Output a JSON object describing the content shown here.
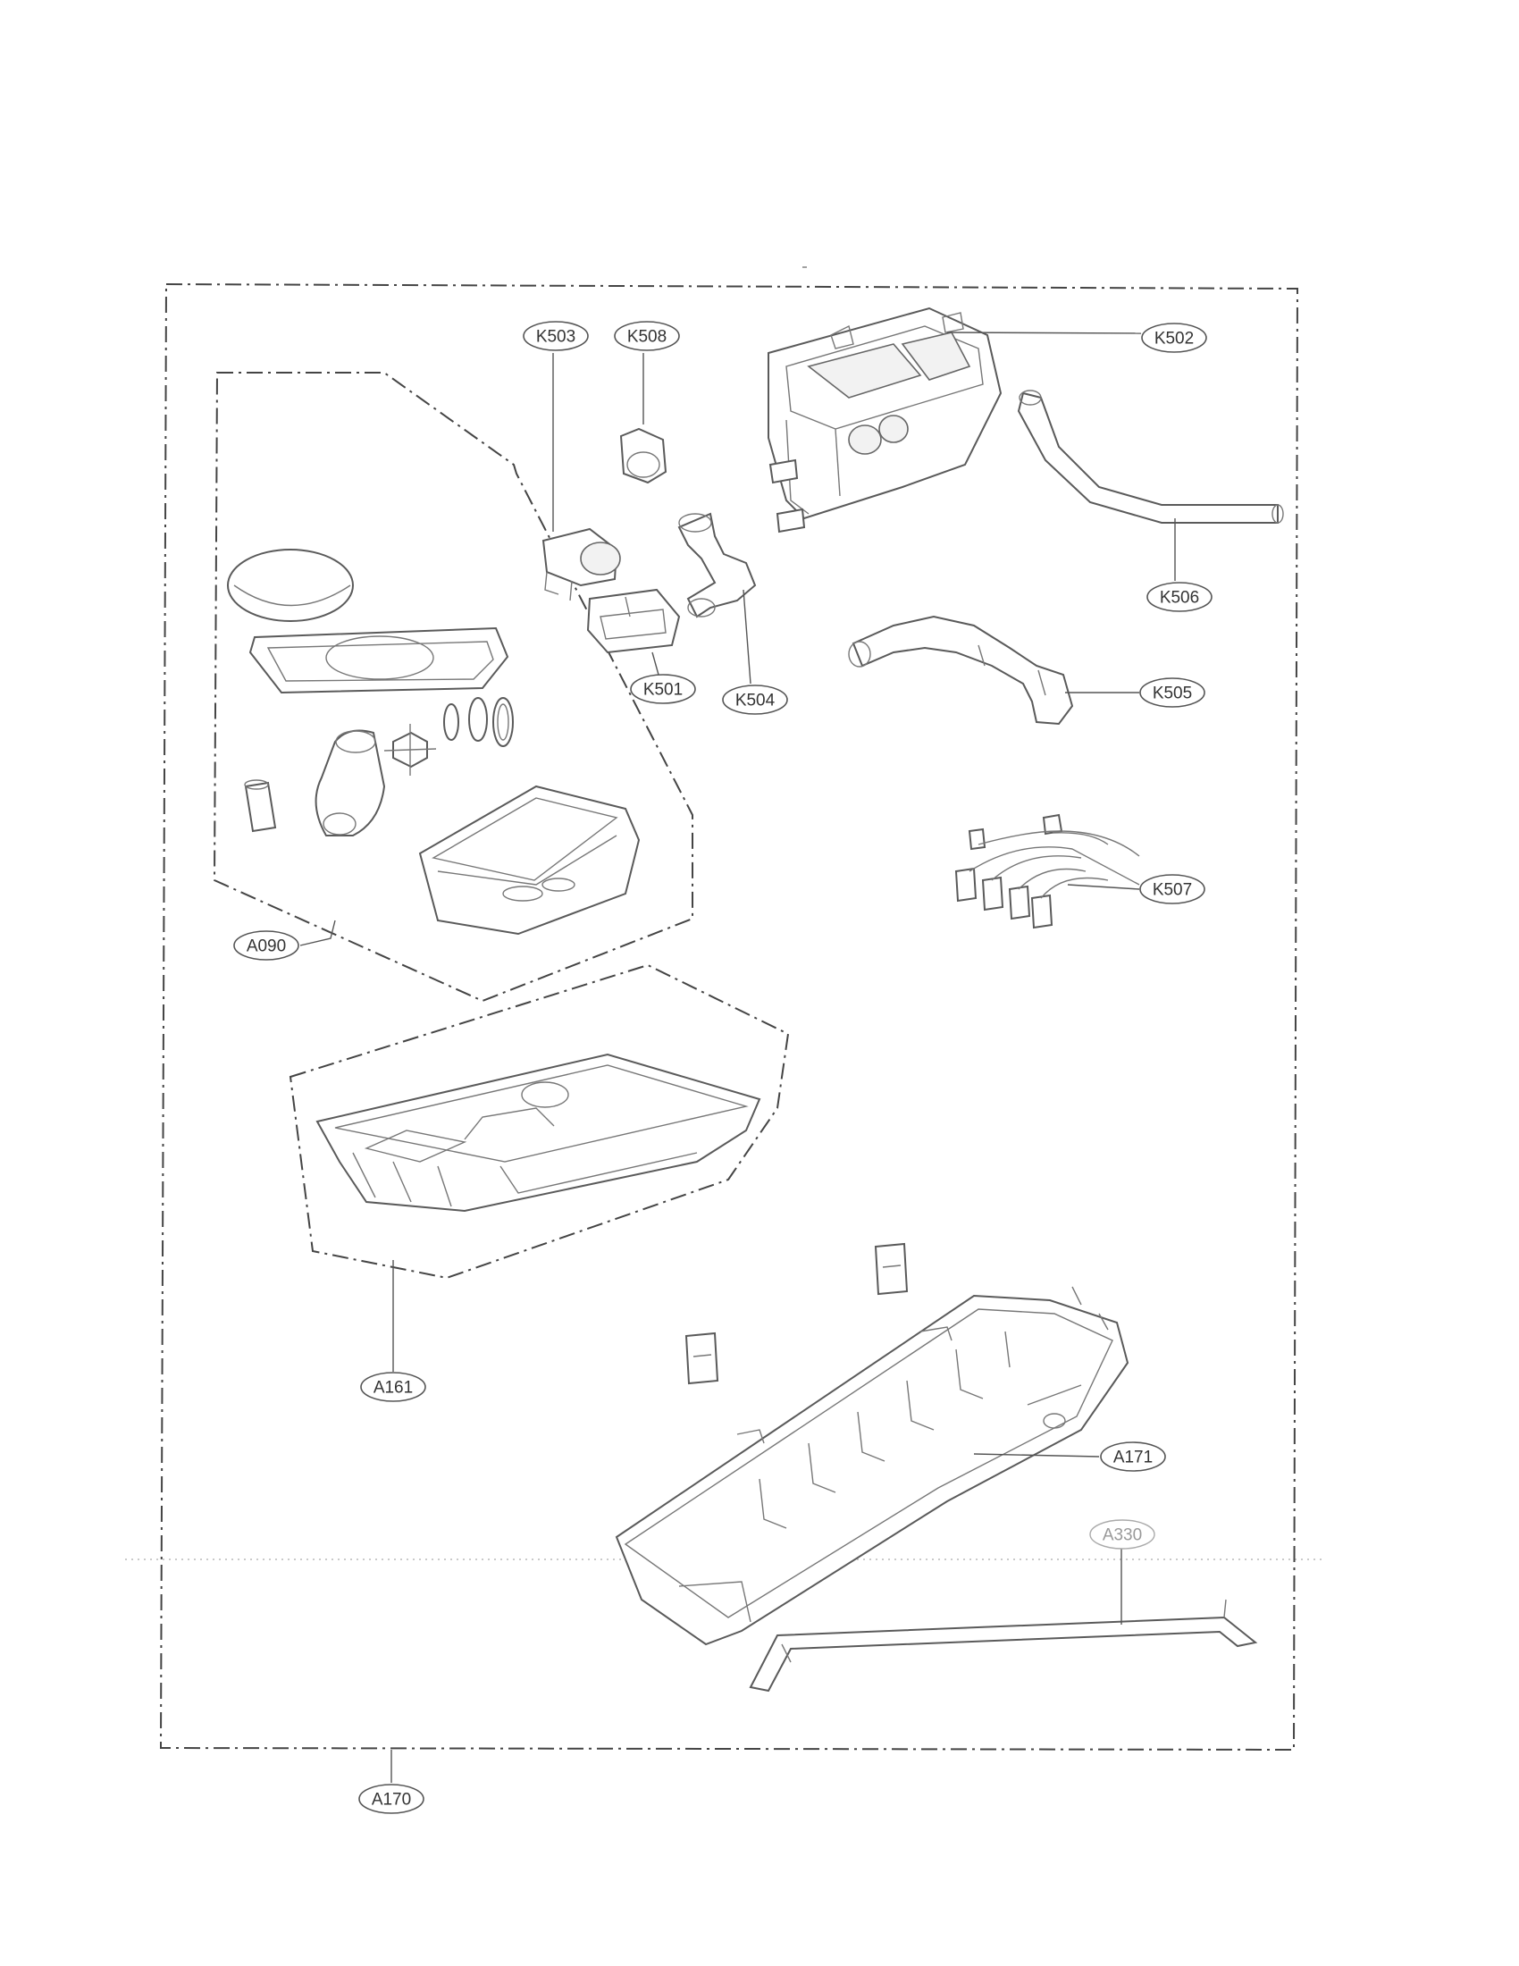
{
  "callouts": {
    "k503": "K503",
    "k508": "K508",
    "k502": "K502",
    "k506": "K506",
    "k501": "K501",
    "k504": "K504",
    "k505": "K505",
    "k507": "K507",
    "a090": "A090",
    "a161": "A161",
    "a171": "A171",
    "a330": "A330",
    "a170": "A170"
  }
}
